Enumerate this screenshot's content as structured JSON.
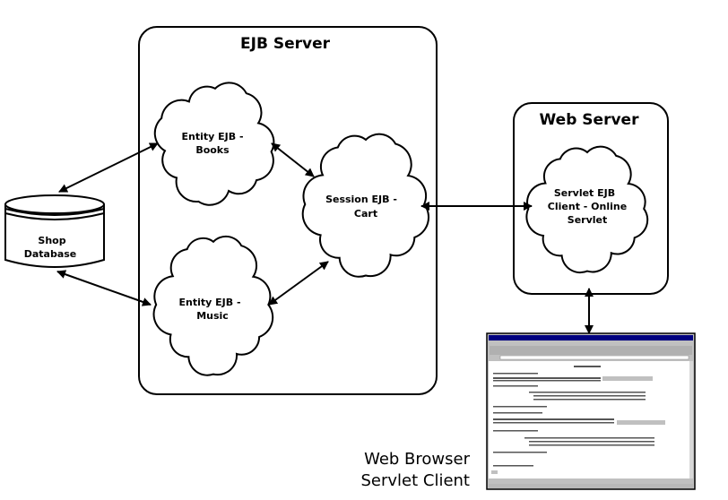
{
  "ejb_server": {
    "title": "EJB Server"
  },
  "web_server": {
    "title": "Web Server"
  },
  "nodes": {
    "books": [
      "Entity EJB -",
      "Books"
    ],
    "music": [
      "Entity EJB -",
      "Music"
    ],
    "cart": [
      "Session EJB -",
      "Cart"
    ],
    "servlet": [
      "Servlet EJB",
      "Client - Online",
      "Servlet"
    ],
    "database": [
      "Shop",
      "Database"
    ]
  },
  "browser_caption": [
    "Web Browser",
    "Servlet Client"
  ],
  "colors": {
    "stroke": "#000000",
    "background": "#ffffff",
    "browser_chrome": "#c0c0c0",
    "browser_titlebar": "#000080"
  }
}
